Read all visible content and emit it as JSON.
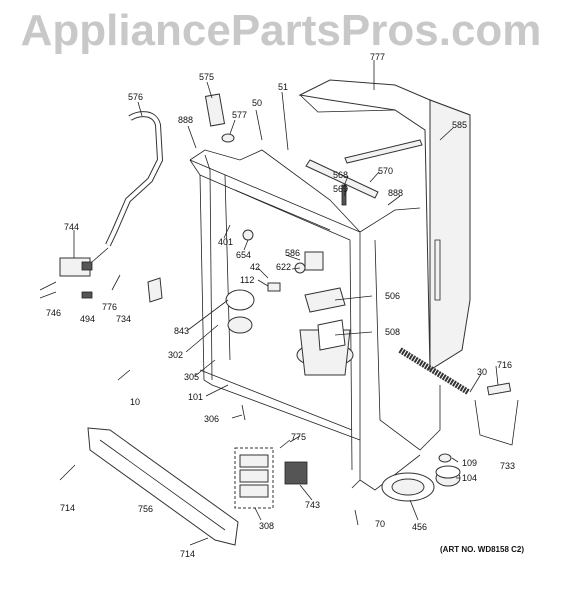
{
  "watermark": "AppliancePartsPros.com",
  "art_number": "(ART NO. WD8158 C2)",
  "callouts": [
    "777",
    "575",
    "576",
    "888",
    "50",
    "51",
    "577",
    "585",
    "570",
    "568",
    "569",
    "888",
    "744",
    "401",
    "654",
    "586",
    "622",
    "42",
    "112",
    "506",
    "746",
    "494",
    "776",
    "734",
    "843",
    "508",
    "302",
    "305",
    "716",
    "30",
    "10",
    "101",
    "306",
    "775",
    "109",
    "104",
    "733",
    "714",
    "756",
    "743",
    "308",
    "70",
    "456",
    "714"
  ]
}
